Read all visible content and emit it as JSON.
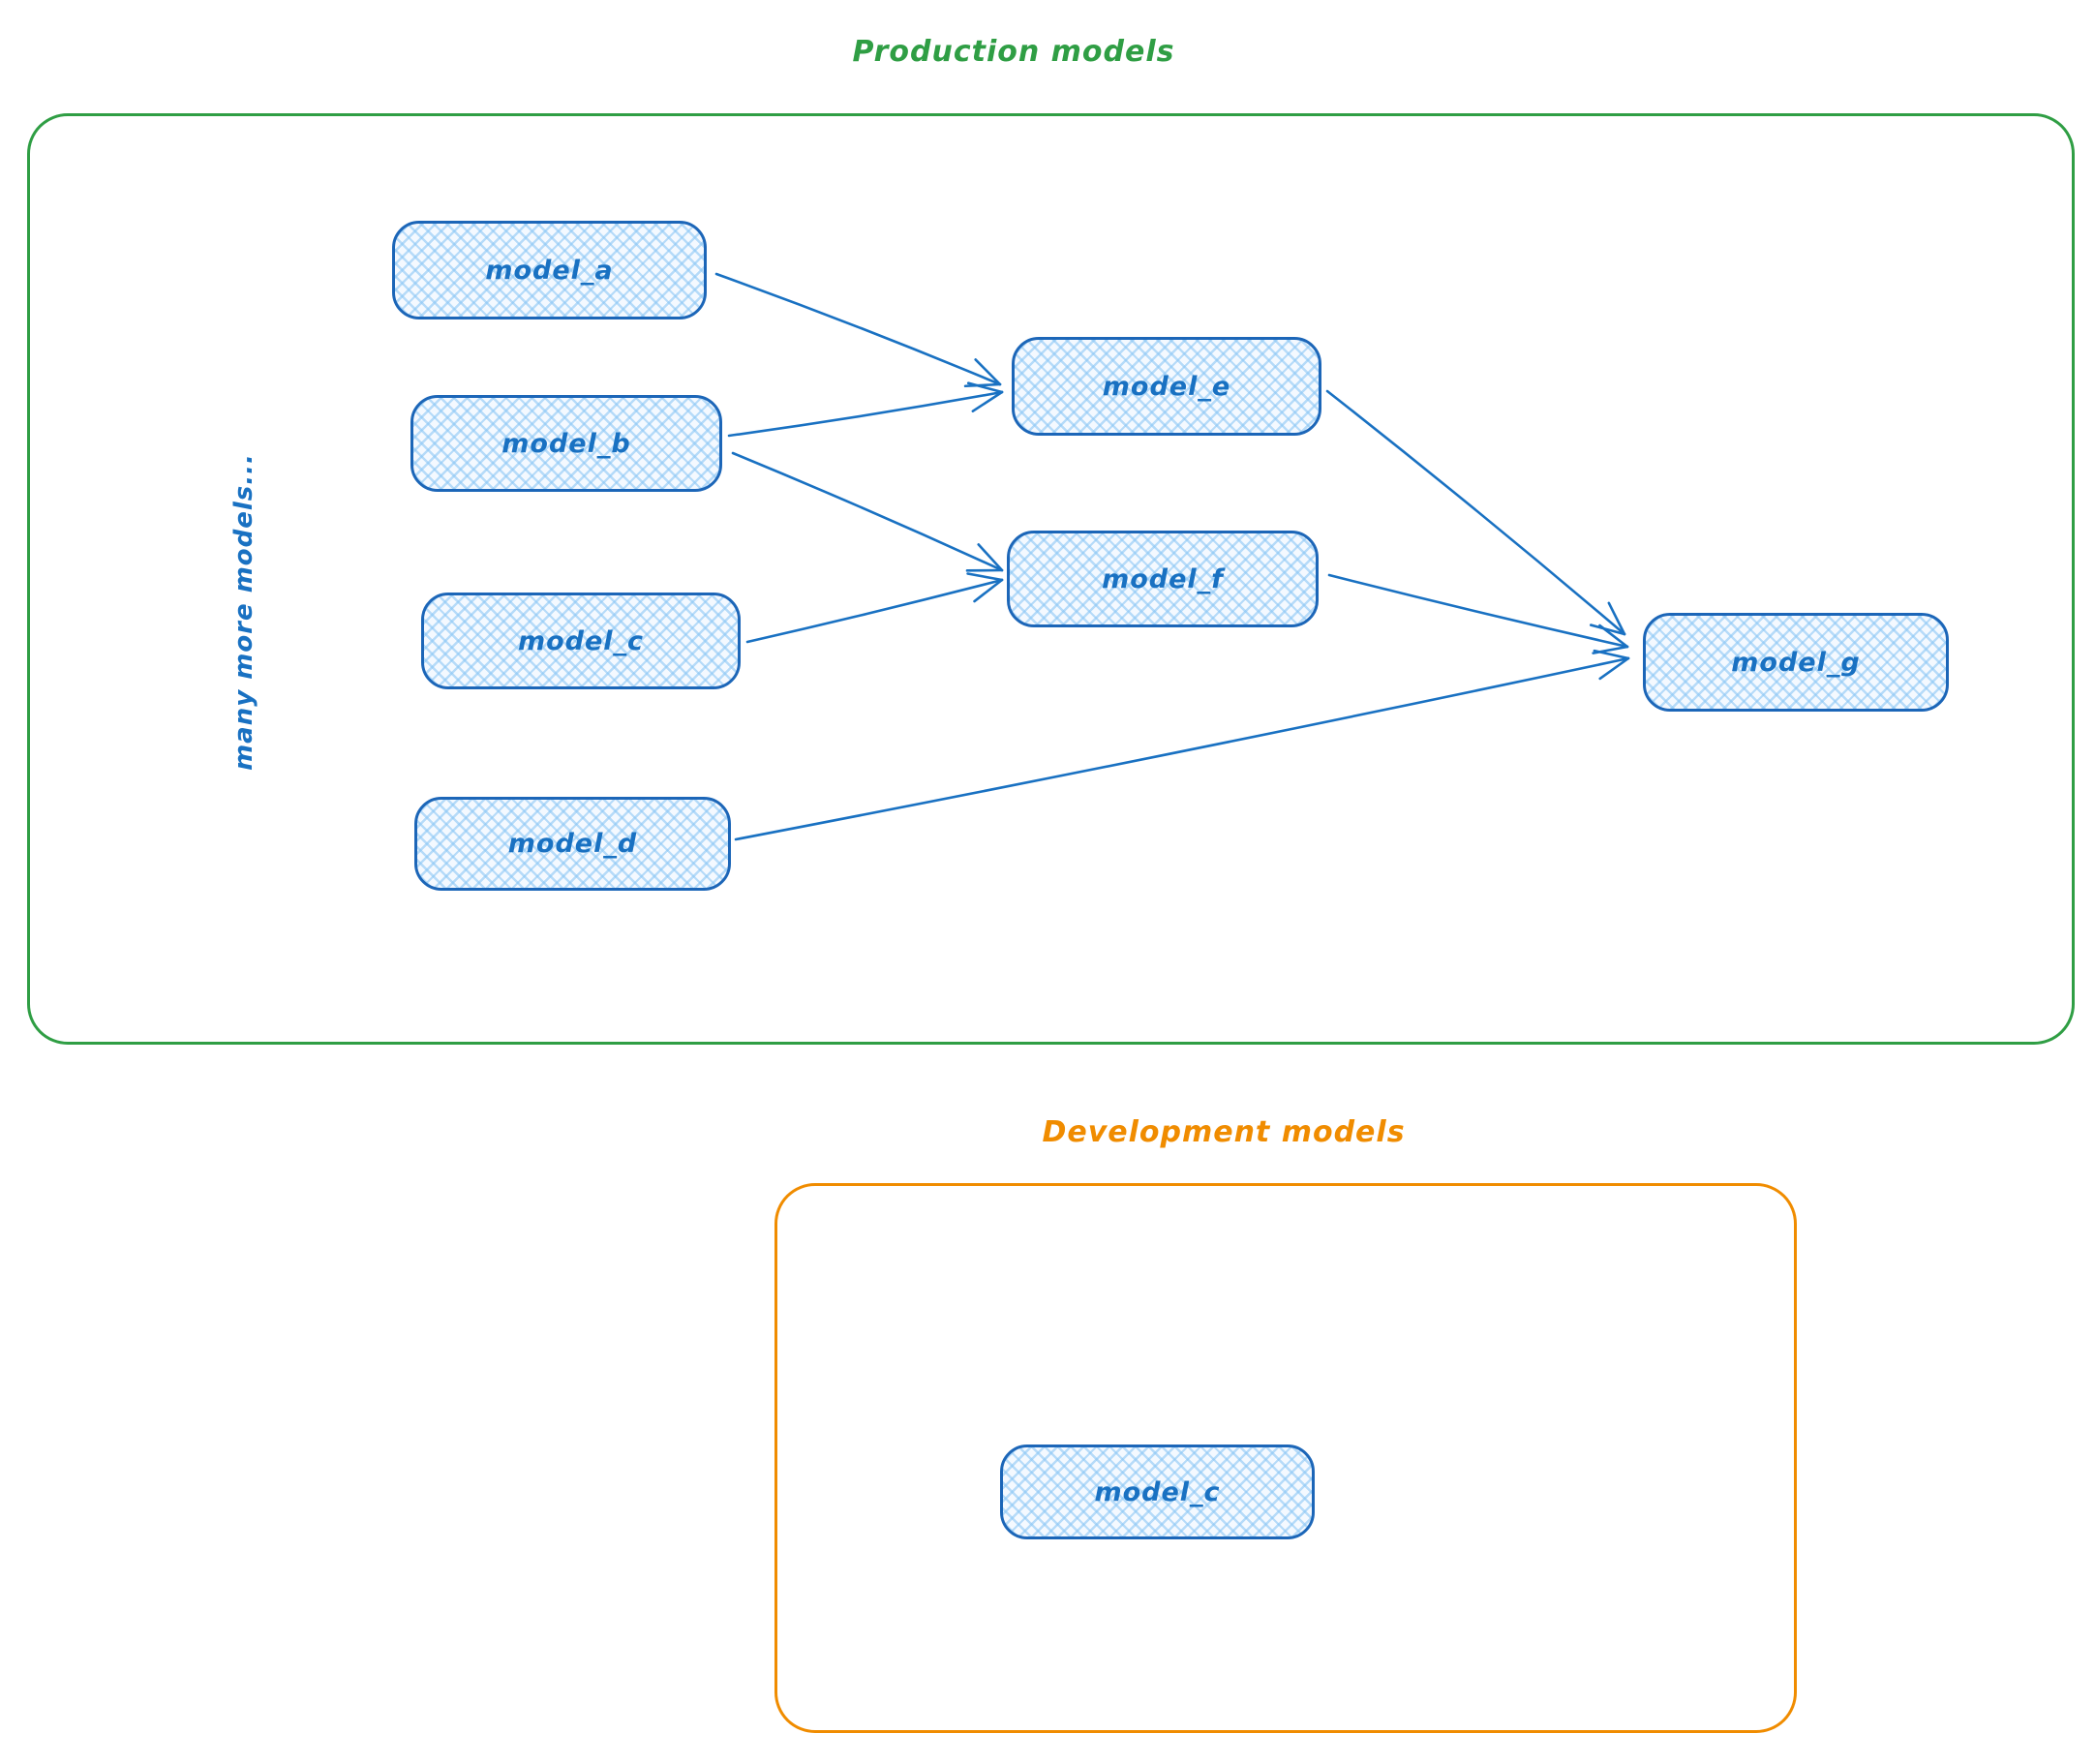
{
  "diagram": {
    "production": {
      "title": "Production models",
      "side_note": "many more models...",
      "nodes": {
        "model_a": {
          "label": "model_a"
        },
        "model_b": {
          "label": "model_b"
        },
        "model_c": {
          "label": "model_c"
        },
        "model_d": {
          "label": "model_d"
        },
        "model_e": {
          "label": "model_e"
        },
        "model_f": {
          "label": "model_f"
        },
        "model_g": {
          "label": "model_g"
        }
      },
      "edges": [
        {
          "from": "model_a",
          "to": "model_e"
        },
        {
          "from": "model_b",
          "to": "model_e"
        },
        {
          "from": "model_b",
          "to": "model_f"
        },
        {
          "from": "model_c",
          "to": "model_f"
        },
        {
          "from": "model_e",
          "to": "model_g"
        },
        {
          "from": "model_f",
          "to": "model_g"
        },
        {
          "from": "model_d",
          "to": "model_g"
        }
      ]
    },
    "development": {
      "title": "Development models",
      "nodes": {
        "model_c": {
          "label": "model_c"
        }
      }
    },
    "colors": {
      "node_stroke": "#1971c2",
      "node_fill_lines": "#a5d8ff",
      "production_border": "#2f9e44",
      "development_border": "#f08c00"
    }
  }
}
